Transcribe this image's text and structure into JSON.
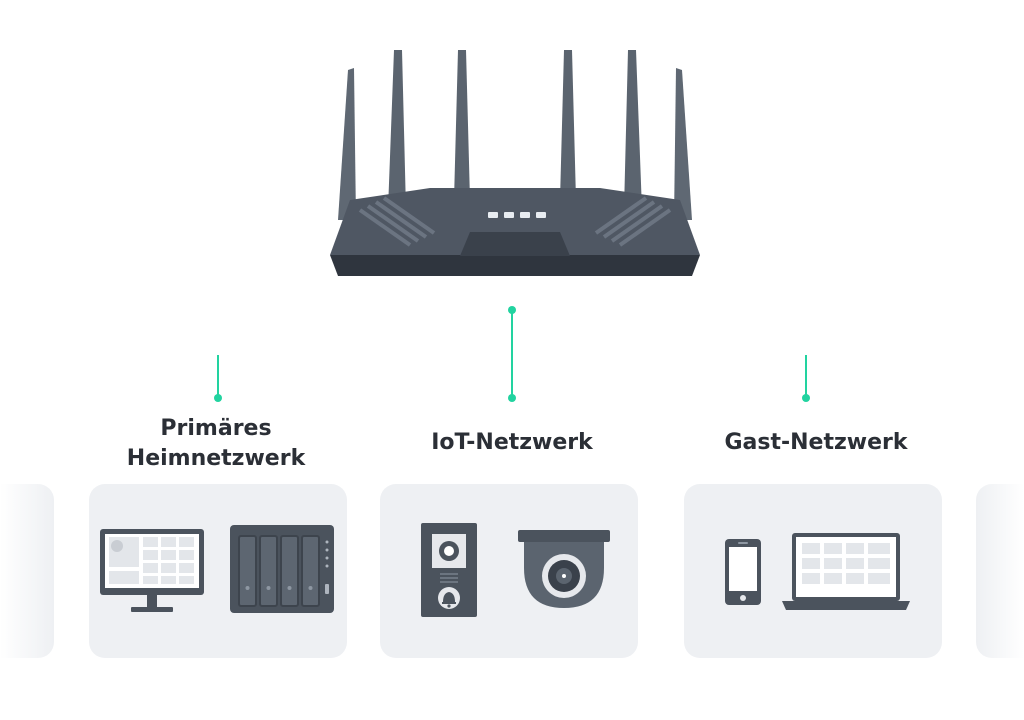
{
  "diagram": {
    "networks": [
      {
        "label": "Primäres Heimnetzwerk",
        "devices": [
          "monitor-icon",
          "nas-icon"
        ]
      },
      {
        "label": "IoT-Netzwerk",
        "devices": [
          "doorbell-intercom-icon",
          "dome-camera-icon"
        ]
      },
      {
        "label": "Gast-Netzwerk",
        "devices": [
          "smartphone-icon",
          "laptop-icon"
        ]
      }
    ],
    "hub": "router-icon",
    "colors": {
      "connector": "#22d3a0",
      "device_dark": "#4b535d",
      "device_light": "#e6e8ec",
      "card_bg": "#eef0f3",
      "label_text": "#2b2f36"
    }
  }
}
